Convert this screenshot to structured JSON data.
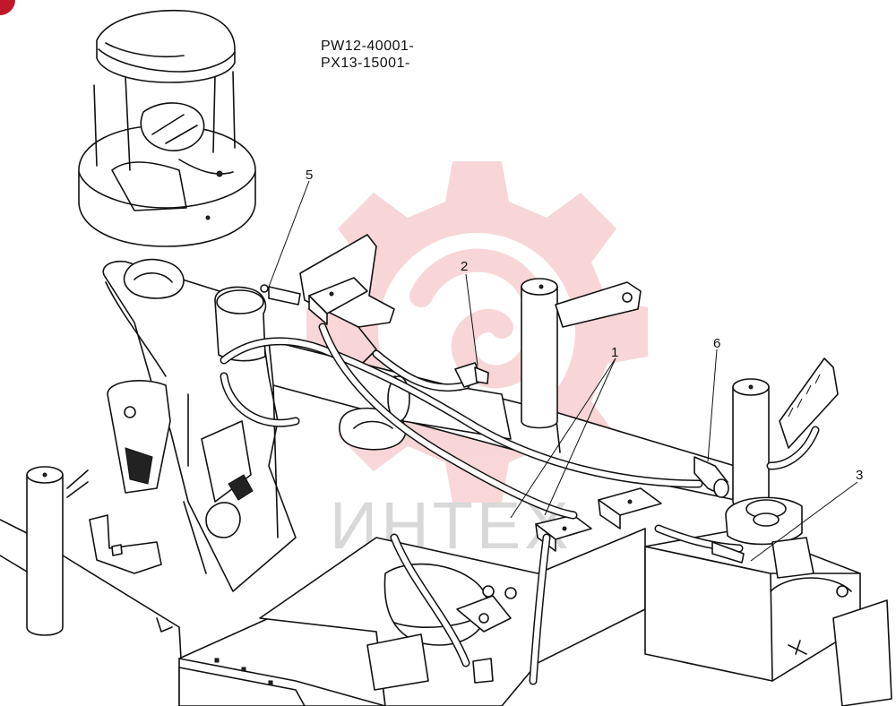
{
  "serial_numbers": [
    "PW12-40001-",
    "PX13-15001-"
  ],
  "callouts": [
    {
      "label": "1"
    },
    {
      "label": "2"
    },
    {
      "label": "3"
    },
    {
      "label": "5"
    },
    {
      "label": "6"
    }
  ],
  "watermark": {
    "text": "ИНТЕХ",
    "color": "#f4b5b8"
  },
  "corner_badge_color": "#c0182a"
}
